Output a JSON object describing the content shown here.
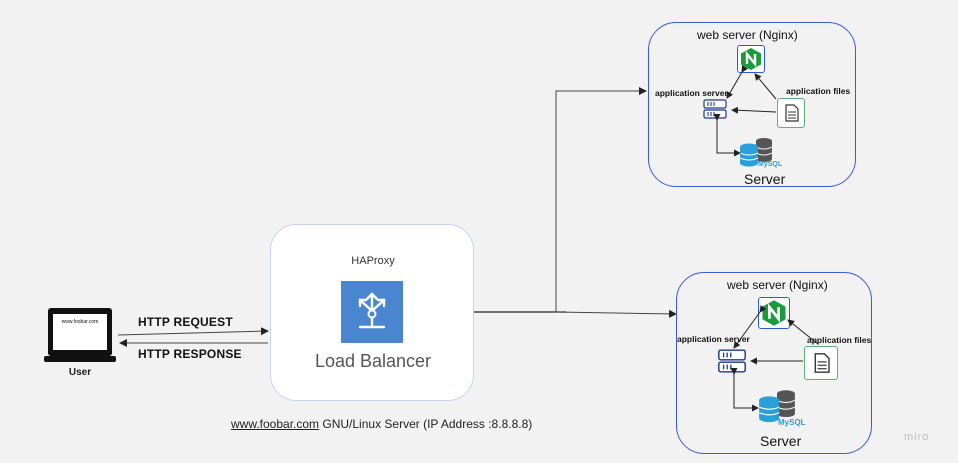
{
  "user": {
    "label": "User",
    "screen_text": "www.foobar.com"
  },
  "http": {
    "request": "HTTP REQUEST",
    "response": "HTTP RESPONSE"
  },
  "load_balancer": {
    "title": "HAProxy",
    "label": "Load Balancer"
  },
  "servers": [
    {
      "title": "web server (Nginx)",
      "app_server_label": "application server",
      "app_files_label": "application files",
      "db_label": "MySQL",
      "server_label": "Server"
    },
    {
      "title": "web server (Nginx)",
      "app_server_label": "application server",
      "app_files_label": "application files",
      "db_label": "MySQL",
      "server_label": "Server"
    }
  ],
  "caption": {
    "link": "www.foobar.com",
    "text": " GNU/Linux Server (IP Address :8.8.8.8)"
  },
  "watermark": "miro",
  "colors": {
    "accent": "#3d5bd9",
    "nginx_green": "#1a9b3c",
    "mysql_blue": "#2a9fd8",
    "lb_blue": "#4a86d0"
  }
}
